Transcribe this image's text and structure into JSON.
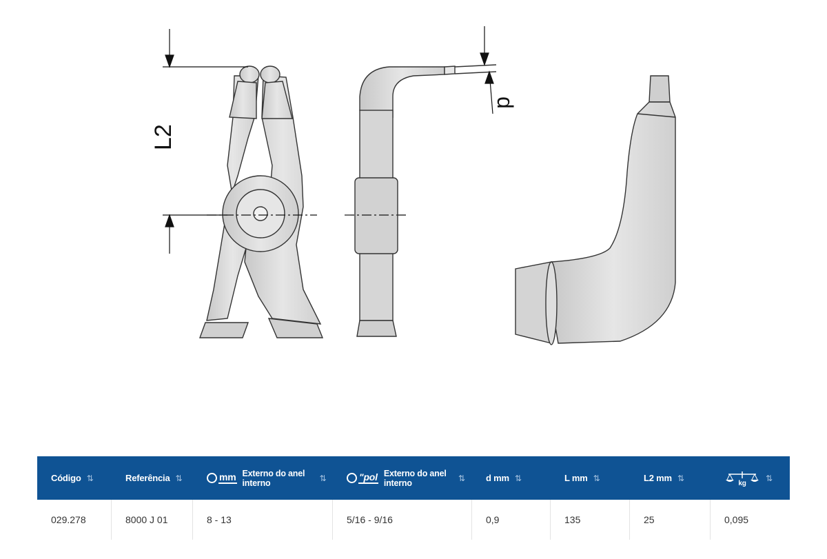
{
  "drawing": {
    "label_l2": "L2",
    "label_d": "d"
  },
  "table": {
    "headers": {
      "codigo": "Código",
      "referencia": "Referência",
      "mm_unit": "mm",
      "mm_desc": "Externo do anel interno",
      "pol_unit": "\"pol",
      "pol_desc": "Externo do anel interno",
      "d": "d mm",
      "l": "L mm",
      "l2": "L2 mm",
      "weight_unit": "kg"
    },
    "sort_icon": "⇅",
    "row": {
      "codigo": "029.278",
      "referencia": "8000 J 01",
      "mm": "8 - 13",
      "pol": "5/16 - 9/16",
      "d": "0,9",
      "l": "135",
      "l2": "25",
      "weight": "0,095"
    }
  },
  "colors": {
    "header_bg": "#0f5394",
    "part_fill": "#dcdcdc",
    "line": "#333333"
  },
  "icons": [
    "sort-icon",
    "ring-icon",
    "scale-icon"
  ]
}
